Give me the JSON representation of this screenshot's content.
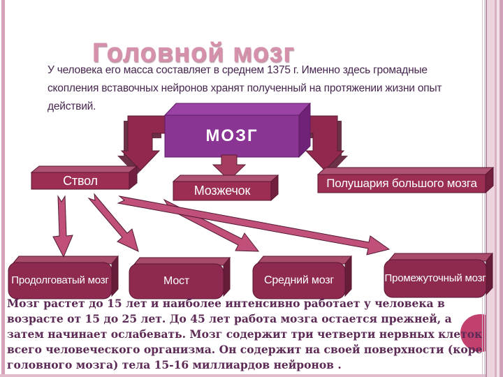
{
  "slide": {
    "title": "Головной мозг",
    "intro_text": "У человека его масса составляет в среднем 1375 г. Именно здесь громадные скопления вставочных нейронов хранят полученный на протяжении жизни опыт действий.",
    "footer_text": "Мозг растет до 15 лет и наиболее интенсивно работает у человека в возрасте от 15 до 25 лет. До 45 лет работа мозга остается прежней, а затем начинает ослабевать. Мозг содержит три четверти нервных клеток всего человеческого организма. Он содержит на своей поверхности (коре головного мозга) тела 15-16 миллиардов нейронов ."
  },
  "diagram": {
    "root": {
      "label": "МОЗГ"
    },
    "stvol": {
      "label": "Ствол"
    },
    "mozzhechok": {
      "label": "Мозжечок"
    },
    "polushariya": {
      "label": "Полушария большого мозга"
    },
    "prodolgovaty": {
      "label": "Продолговатый мозг"
    },
    "most": {
      "label": "Мост"
    },
    "sredny": {
      "label": "Средний мозг"
    },
    "promezhutochny": {
      "label": "Промежуточный мозг"
    }
  },
  "colors": {
    "title_pink": "#d690ab",
    "intro_text": "#46264e",
    "footer_text": "#5c2a54",
    "purple_box": "#8a3494",
    "maroon_box": "#9c2e54",
    "bottom_box": "#8e2950",
    "arrow_crimson": "#c04f79",
    "bent_arrow": "#90294d",
    "frame_pink": "#d6a2ba",
    "accent_circle": "#c2406e"
  }
}
